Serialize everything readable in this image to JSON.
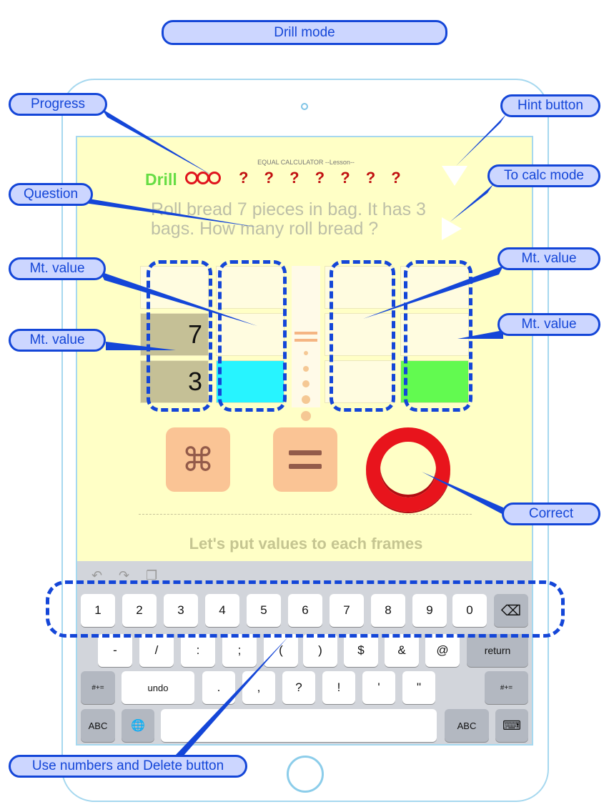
{
  "banner": {
    "title": "Drill  mode"
  },
  "app": {
    "header": "EQUAL CALCULATOR --Lesson--",
    "mode": "Drill",
    "progress_marks": "? ? ? ? ? ? ?",
    "question": "Roll bread 7 pieces in bag. It has 3 bags. How many roll bread ?",
    "grid": {
      "row1": [
        "",
        "",
        "",
        ""
      ],
      "row2": [
        "7",
        "",
        "",
        ""
      ],
      "row3": [
        "3",
        "",
        "",
        ""
      ]
    },
    "command_glyph": "⌘",
    "prompt": "Let's put values to each frames"
  },
  "keyboard": {
    "toolbar": {
      "undo": "↶",
      "redo": "↷",
      "paste": "❐"
    },
    "row1": [
      "1",
      "2",
      "3",
      "4",
      "5",
      "6",
      "7",
      "8",
      "9",
      "0"
    ],
    "delete_icon": "⌫",
    "row2": [
      "-",
      "/",
      ":",
      ";",
      "(",
      ")",
      "$",
      "&",
      "@"
    ],
    "return": "return",
    "row3_left": "#+=",
    "undo": "undo",
    "row3": [
      ".",
      ",",
      "?",
      "!",
      "'",
      "\""
    ],
    "row3_right": "#+=",
    "abc_left": "ABC",
    "globe_icon": "🌐",
    "abc_right": "ABC",
    "hide_icon": "⌨"
  },
  "annotations": {
    "progress": "Progress",
    "hint": "Hint button",
    "question": "Question",
    "calc_mode": "To calc mode",
    "mt_value_1": "Mt. value",
    "mt_value_2": "Mt. value",
    "mt_value_3": "Mt. value",
    "mt_value_4": "Mt. value",
    "correct": "Correct",
    "keys": "Use numbers and Delete button"
  },
  "colors": {
    "annotation": "#1446d8",
    "correct_ring": "#e8141c",
    "drill_text": "#66dd44",
    "screen_bg": "#ffffc6"
  }
}
